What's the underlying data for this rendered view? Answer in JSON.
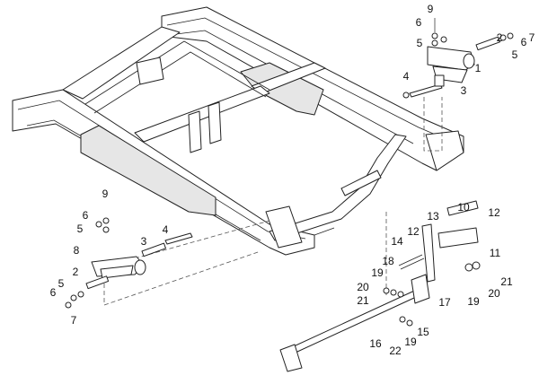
{
  "diagram": {
    "callouts": [
      {
        "id": "c-9a",
        "text": "9"
      },
      {
        "id": "c-6a",
        "text": "6"
      },
      {
        "id": "c-5a",
        "text": "5"
      },
      {
        "id": "c-2a",
        "text": "2"
      },
      {
        "id": "c-5b",
        "text": "5"
      },
      {
        "id": "c-6b",
        "text": "6"
      },
      {
        "id": "c-7a",
        "text": "7"
      },
      {
        "id": "c-1a",
        "text": "1"
      },
      {
        "id": "c-4a",
        "text": "4"
      },
      {
        "id": "c-3a",
        "text": "3"
      },
      {
        "id": "c-9b",
        "text": "9"
      },
      {
        "id": "c-6c",
        "text": "6"
      },
      {
        "id": "c-5c",
        "text": "5"
      },
      {
        "id": "c-3b",
        "text": "3"
      },
      {
        "id": "c-4b",
        "text": "4"
      },
      {
        "id": "c-8",
        "text": "8"
      },
      {
        "id": "c-2b",
        "text": "2"
      },
      {
        "id": "c-5d",
        "text": "5"
      },
      {
        "id": "c-6d",
        "text": "6"
      },
      {
        "id": "c-7b",
        "text": "7"
      },
      {
        "id": "c-10",
        "text": "10"
      },
      {
        "id": "c-12a",
        "text": "12"
      },
      {
        "id": "c-13",
        "text": "13"
      },
      {
        "id": "c-12b",
        "text": "12"
      },
      {
        "id": "c-14",
        "text": "14"
      },
      {
        "id": "c-11",
        "text": "11"
      },
      {
        "id": "c-18",
        "text": "18"
      },
      {
        "id": "c-19a",
        "text": "19"
      },
      {
        "id": "c-20a",
        "text": "20"
      },
      {
        "id": "c-21a",
        "text": "21"
      },
      {
        "id": "c-20b",
        "text": "20"
      },
      {
        "id": "c-21b",
        "text": "21"
      },
      {
        "id": "c-19b",
        "text": "19"
      },
      {
        "id": "c-17",
        "text": "17"
      },
      {
        "id": "c-16",
        "text": "16"
      },
      {
        "id": "c-15",
        "text": "15"
      },
      {
        "id": "c-22",
        "text": "22"
      },
      {
        "id": "c-19c",
        "text": "19"
      }
    ]
  }
}
